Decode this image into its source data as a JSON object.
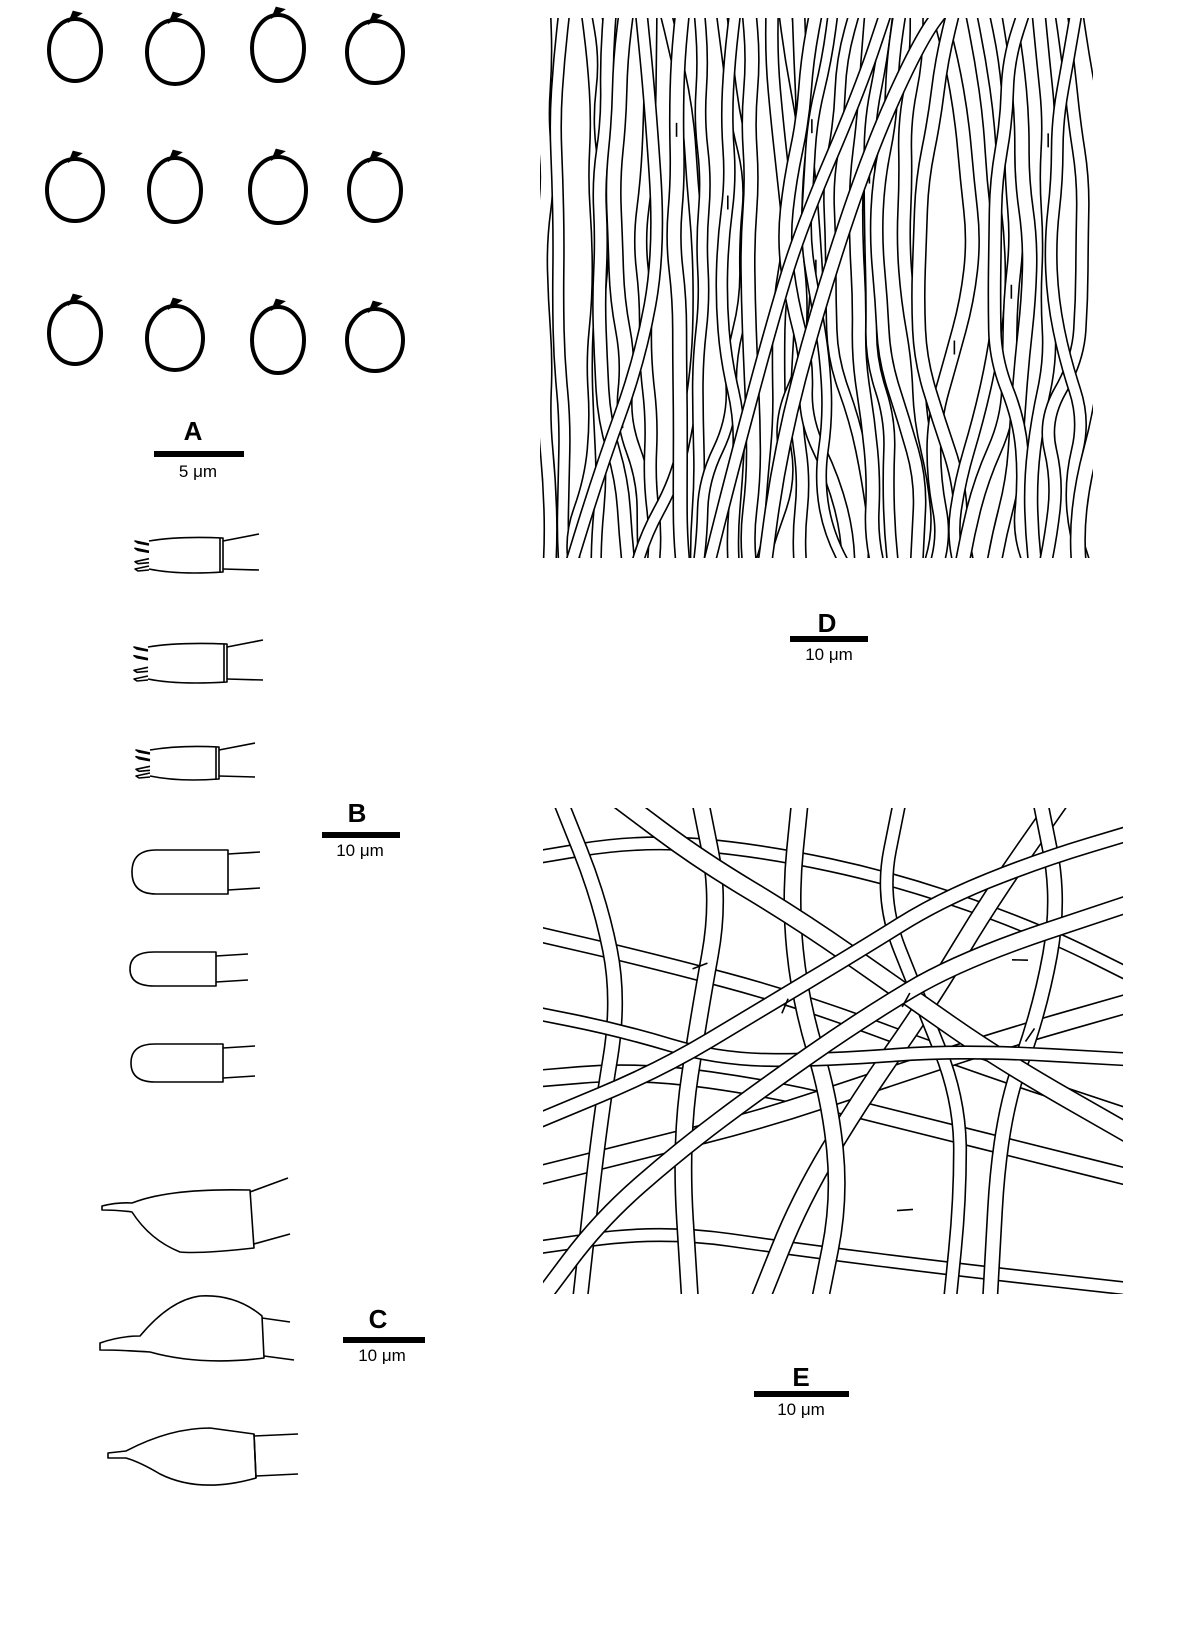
{
  "panels": {
    "A": {
      "label": "A",
      "scale": "5 μm",
      "subject": "basidiospores"
    },
    "B": {
      "label": "B",
      "scale": "10 μm",
      "subject": "basidia and basidioles"
    },
    "C": {
      "label": "C",
      "scale": "10 μm",
      "subject": "cystidioles"
    },
    "D": {
      "label": "D",
      "scale": "10 μm",
      "subject": "hyphae from trama (parallel)"
    },
    "E": {
      "label": "E",
      "scale": "10 μm",
      "subject": "hyphae from context (interwoven)"
    }
  },
  "colors": {
    "ink": "#000000",
    "background": "#ffffff"
  }
}
